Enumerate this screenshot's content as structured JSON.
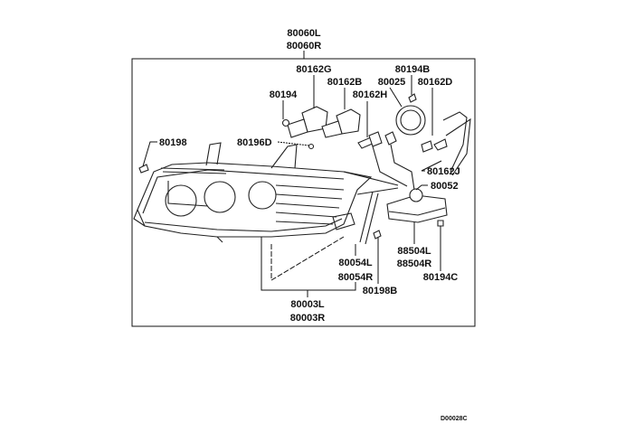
{
  "diagram": {
    "assembly_labels": [
      "80060L",
      "80060R"
    ],
    "parts": {
      "p80162G": "80162G",
      "p80162B": "80162B",
      "p80194": "80194",
      "p80162H": "80162H",
      "p80025": "80025",
      "p80194B": "80194B",
      "p80162D": "80162D",
      "p80198": "80198",
      "p80196D": "80196D",
      "p80162J": "80162J",
      "p80052": "80052",
      "p80054L": "80054L",
      "p80054R": "80054R",
      "p80198B": "80198B",
      "p88504L": "88504L",
      "p88504R": "88504R",
      "p80194C": "80194C",
      "p80003L": "80003L",
      "p80003R": "80003R"
    },
    "figure_code": "D00028C"
  }
}
